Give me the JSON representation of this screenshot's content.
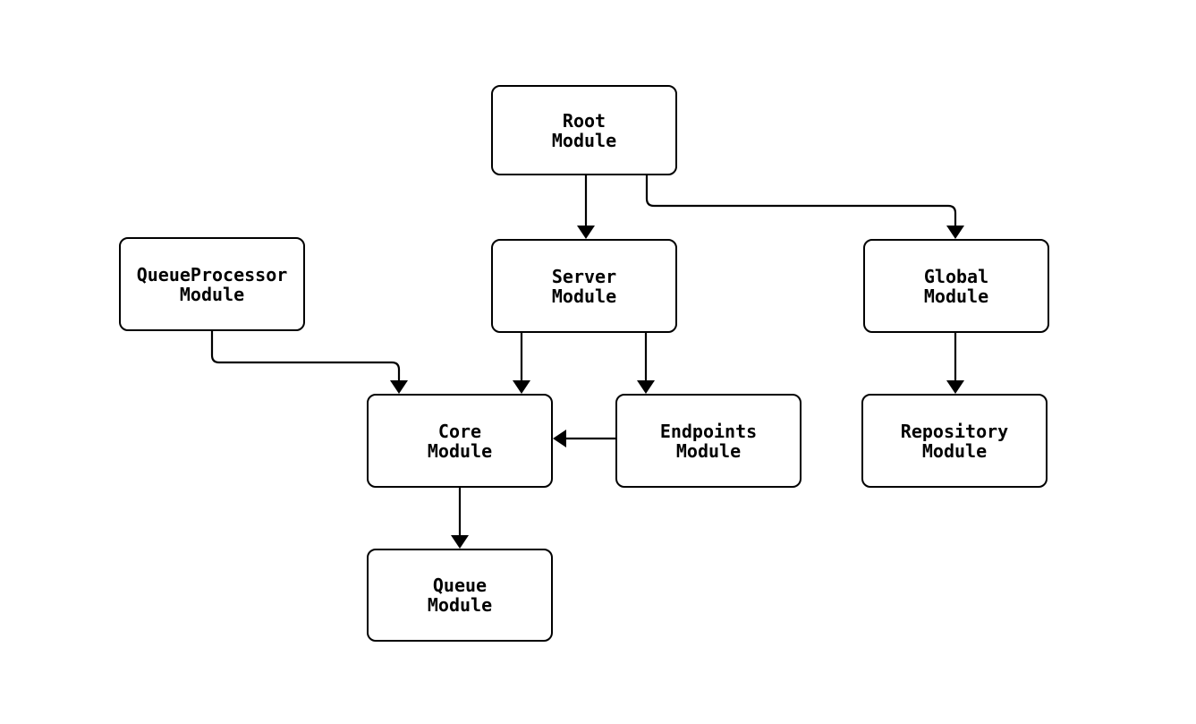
{
  "diagram": {
    "type": "module-dependency-graph",
    "background": "#ffffff",
    "colors": {
      "node_border": "#000000",
      "node_fill": "#ffffff",
      "edge": "#000000",
      "text": "#000000"
    },
    "nodes": [
      {
        "id": "root",
        "label": "Root\nModule"
      },
      {
        "id": "server",
        "label": "Server\nModule"
      },
      {
        "id": "queueprocessor",
        "label": "QueueProcessor\nModule"
      },
      {
        "id": "global",
        "label": "Global\nModule"
      },
      {
        "id": "core",
        "label": "Core\nModule"
      },
      {
        "id": "endpoints",
        "label": "Endpoints\nModule"
      },
      {
        "id": "repository",
        "label": "Repository\nModule"
      },
      {
        "id": "queue",
        "label": "Queue\nModule"
      }
    ],
    "edges": [
      {
        "from": "Root Module",
        "to": "Server Module"
      },
      {
        "from": "Root Module",
        "to": "Global Module"
      },
      {
        "from": "QueueProcessor Module",
        "to": "Core Module"
      },
      {
        "from": "Server Module",
        "to": "Core Module"
      },
      {
        "from": "Server Module",
        "to": "Endpoints Module"
      },
      {
        "from": "Endpoints Module",
        "to": "Core Module"
      },
      {
        "from": "Global Module",
        "to": "Repository Module"
      },
      {
        "from": "Core Module",
        "to": "Queue Module"
      }
    ]
  }
}
